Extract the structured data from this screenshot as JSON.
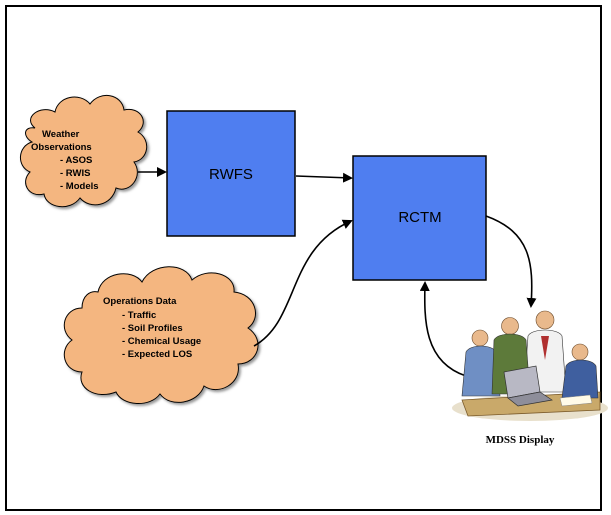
{
  "nodes": {
    "rwfs": {
      "label": "RWFS",
      "color": "#4F7EF0"
    },
    "rctm": {
      "label": "RCTM",
      "color": "#4F7EF0"
    }
  },
  "weather_cloud": {
    "lines": [
      "Weather",
      "Observations",
      "- ASOS",
      "- RWIS",
      "- Models"
    ],
    "color": "#F4B680"
  },
  "operations_cloud": {
    "lines": [
      "Operations Data",
      "- Traffic",
      "- Soil Profiles",
      "- Chemical Usage",
      "- Expected LOS"
    ],
    "color": "#F4B680"
  },
  "display": {
    "caption": "MDSS Display"
  }
}
